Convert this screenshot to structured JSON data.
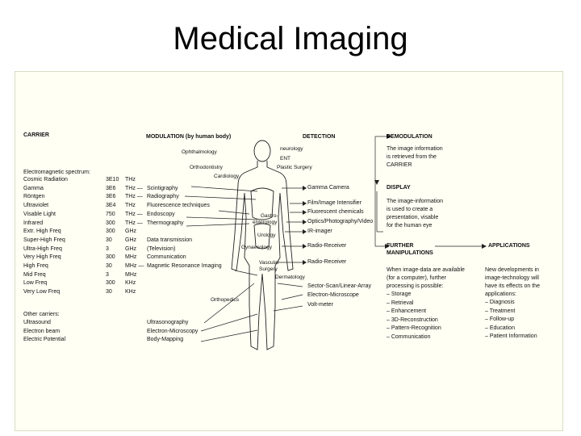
{
  "title": "Medical Imaging",
  "headers": {
    "carrier": "CARRIER",
    "modulation": "MODULATION (by human body)",
    "detection": "DETECTION",
    "demodulation": "DEMODULATION",
    "display": "DISPLAY",
    "further": "FURTHER",
    "manipulations": "MANIPULATIONS",
    "applications": "APPLICATIONS"
  },
  "em_spectrum_label": "Electromagnetic spectrum:",
  "carriers": [
    {
      "name": "Cosmic Radiation",
      "value": "3E10",
      "unit": "THz",
      "modulation": ""
    },
    {
      "name": "Gamma",
      "value": "3E6",
      "unit": "THz —",
      "modulation": "Scintigraphy"
    },
    {
      "name": "Röntgen",
      "value": "3E6",
      "unit": "THz —",
      "modulation": "Radiography"
    },
    {
      "name": "Ultraviolet",
      "value": "3E4",
      "unit": "THz",
      "modulation": "Fluorescence techniques"
    },
    {
      "name": "Visable Light",
      "value": "750",
      "unit": "THz —",
      "modulation": "Endoscopy"
    },
    {
      "name": "Infrared",
      "value": "300",
      "unit": "THz —",
      "modulation": "Thermography"
    },
    {
      "name": "Extr. High Freq",
      "value": "300",
      "unit": "GHz",
      "modulation": ""
    },
    {
      "name": "Super-High Freq",
      "value": "30",
      "unit": "GHz",
      "modulation": "Data transmission"
    },
    {
      "name": "Ultra-High Freq",
      "value": "3",
      "unit": "GHz",
      "modulation": "(Television)"
    },
    {
      "name": "Very High Freq",
      "value": "300",
      "unit": "MHz",
      "modulation": "Communication"
    },
    {
      "name": "High Freq",
      "value": "30",
      "unit": "MHz —",
      "modulation": "Magnetic Resonance Imaging"
    },
    {
      "name": "Mid Freq",
      "value": "3",
      "unit": "MHz",
      "modulation": ""
    },
    {
      "name": "Low Freq",
      "value": "300",
      "unit": "KHz",
      "modulation": ""
    },
    {
      "name": "Very Low Freq",
      "value": "30",
      "unit": "KHz",
      "modulation": ""
    }
  ],
  "other_carriers_label": "Other carriers:",
  "other_carriers": [
    {
      "name": "Ultrasound",
      "modulation": "Ultrasonography"
    },
    {
      "name": "Electron beam",
      "modulation": "Electron-Microscopy"
    },
    {
      "name": "Electric Potential",
      "modulation": "Body-Mapping"
    }
  ],
  "body_labels": {
    "neurology": "neurology",
    "ophthalmology": "Ophthalmology",
    "ent": "ENT",
    "orthodontistry": "Orthodontistry",
    "plastic_surgery": "Plastic Surgery",
    "cardiology": "Cardiology",
    "gastro": "Gastro-",
    "enterology": "enterology",
    "urology": "Urology",
    "gynaecology": "Gynaecology",
    "vascular": "Vascular",
    "surgery": "Surgery",
    "dermatology": "Dermatology",
    "orthopedics": "Orthopedics"
  },
  "detection": [
    "Gamma Camera",
    "Film/Image Intensifier",
    "Fluorescent chemicals",
    "Optics/Photography/Video",
    "IR-imager",
    "Radio-Receiver",
    "Radio-Receiver",
    "Sector-Scan/Linear-Array",
    "Electron-Microscope",
    "Volt-meter"
  ],
  "demodulation_text": [
    "The image information",
    "is retrieved from the",
    "CARRIER"
  ],
  "display_text": [
    "The image-information",
    "is used to create a",
    "presentation, visable",
    "for the human eye"
  ],
  "manipulations_intro": [
    "When image-data are available",
    "(for a computer), further",
    "processing is possible:"
  ],
  "manipulations": [
    "– Storage",
    "– Retrieval",
    "– Enhancement",
    "– 3D-Reconstruction",
    "– Pattern-Recognition",
    "– Communication"
  ],
  "applications_intro": [
    "New developments in",
    "image-technology will",
    "have its effects on the",
    "applications:"
  ],
  "applications": [
    "– Diagnosis",
    "– Treatment",
    "– Follow-up",
    "– Education",
    "– Patient Information"
  ]
}
